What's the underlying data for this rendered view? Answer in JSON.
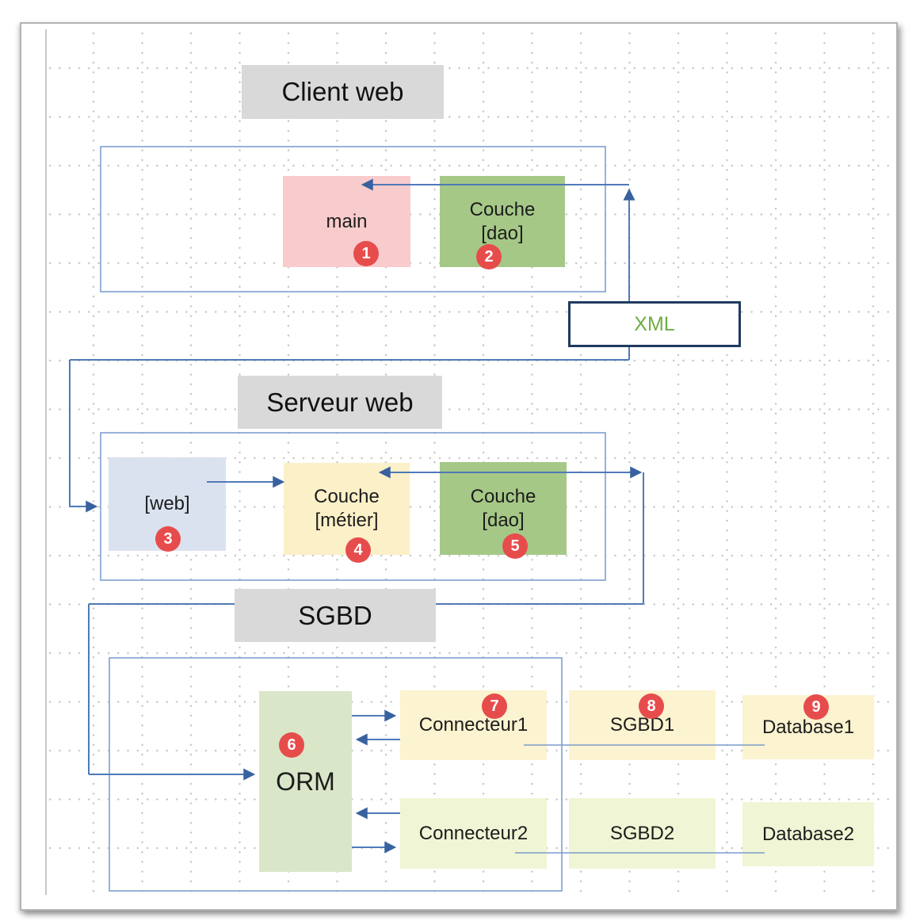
{
  "diagram": {
    "sections": [
      {
        "id": "client-web",
        "title": "Client web"
      },
      {
        "id": "serveur-web",
        "title": "Serveur web"
      },
      {
        "id": "sgbd",
        "title": "SGBD"
      }
    ],
    "nodes": [
      {
        "id": "main",
        "lines": [
          "main"
        ]
      },
      {
        "id": "dao-client",
        "lines": [
          "Couche",
          "[dao]"
        ]
      },
      {
        "id": "web",
        "lines": [
          "[web]"
        ]
      },
      {
        "id": "metier",
        "lines": [
          "Couche",
          "[métier]"
        ]
      },
      {
        "id": "dao-serveur",
        "lines": [
          "Couche",
          "[dao]"
        ]
      },
      {
        "id": "orm",
        "lines": [
          "ORM"
        ]
      },
      {
        "id": "connecteur1",
        "lines": [
          "Connecteur1"
        ]
      },
      {
        "id": "sgbd1",
        "lines": [
          "SGBD1"
        ]
      },
      {
        "id": "database1",
        "lines": [
          "Database1"
        ]
      },
      {
        "id": "connecteur2",
        "lines": [
          "Connecteur2"
        ]
      },
      {
        "id": "sgbd2",
        "lines": [
          "SGBD2"
        ]
      },
      {
        "id": "database2",
        "lines": [
          "Database2"
        ]
      }
    ],
    "badges": [
      "1",
      "2",
      "3",
      "4",
      "5",
      "6",
      "7",
      "8",
      "9"
    ],
    "xml_label": "XML",
    "colors": {
      "arrow": "#4f7ab8",
      "arrow-head": "#38629f",
      "container-blue": "#7f9fd1",
      "link-thin": "#7b9cc9",
      "badge": "#e74c4c",
      "title-bg": "#d9d9d9",
      "text": "#1c1c1c",
      "xml-green": "#6fad44",
      "xml-border": "#1f3a5f",
      "fill-main": "#f8cbcd",
      "fill-dao": "#a5c887",
      "fill-web": "#dbe2ef",
      "fill-metier": "#fcf0c8",
      "fill-orm": "#dae6c8",
      "fill-row1": "#fcf3d0",
      "fill-row2": "#f0f6d5"
    }
  }
}
